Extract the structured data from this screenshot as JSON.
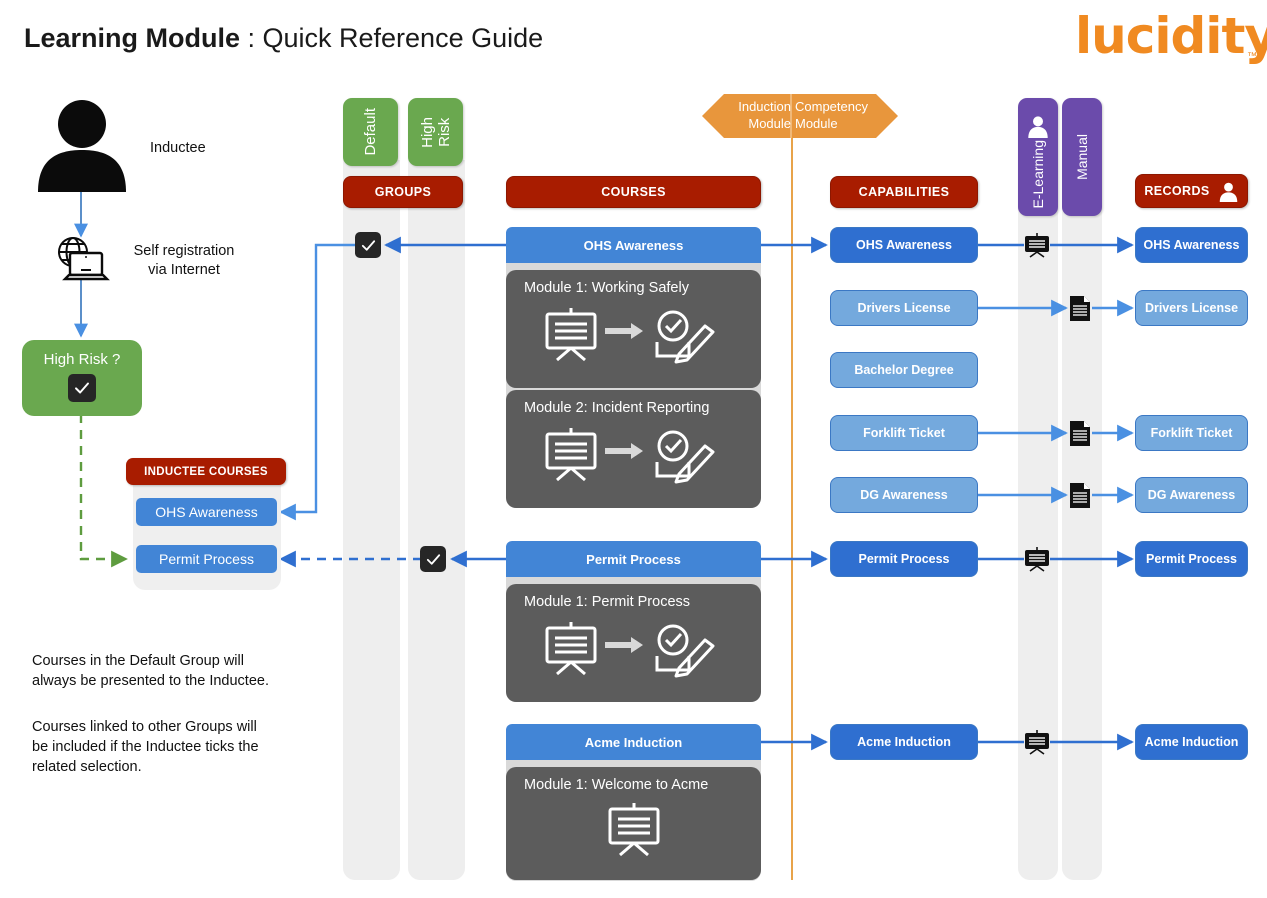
{
  "header": {
    "title_bold": "Learning Module",
    "title_rest": " : Quick Reference Guide",
    "logo_text": "lucidity",
    "logo_tm": "™",
    "logo_color": "#f08a21"
  },
  "colors": {
    "header_red": "#a81c00",
    "course_blue": "#4285d6",
    "capability_blue": "#74a9dd",
    "capability_blue_strong": "#2f6fd0",
    "group_green": "#6aa84f",
    "delivery_purple": "#6b4bab",
    "module_gray": "#5c5c5c",
    "band_gray": "#eeeeee",
    "arrow_blue": "#2f6fd0",
    "arrow_lightblue": "#4a90e2",
    "arrow_green": "#5e9c3f"
  },
  "left_flow": {
    "person_label": "Inductee",
    "registration_label": "Self registration\nvia Internet",
    "risk_box": {
      "label": "High Risk ?",
      "checked": true,
      "checkmark": "✔"
    },
    "icons": {
      "person": "person-icon",
      "internet": "globe-laptop-icon"
    }
  },
  "inductee_panel": {
    "header": "INDUCTEE COURSES",
    "courses": [
      {
        "label": "OHS Awareness"
      },
      {
        "label": "Permit Process"
      }
    ]
  },
  "notes": [
    "Courses in the Default Group will\nalways be presented to the Inductee.",
    "Courses linked to other Groups will\nbe included if the Inductee ticks the\nrelated selection."
  ],
  "groups": {
    "header": "GROUPS",
    "columns": [
      {
        "label": "Default",
        "checked": true,
        "checkmark": "✔"
      },
      {
        "label": "High\nRisk",
        "checked": true,
        "checkmark": "✔"
      }
    ]
  },
  "courses": {
    "header": "COURSES",
    "items": [
      {
        "title": "OHS Awareness",
        "modules": [
          {
            "title": "Module 1: Working Safely",
            "icons": [
              "presentation-icon",
              "arrow-icon",
              "assessment-icon"
            ]
          },
          {
            "title": "Module 2: Incident Reporting",
            "icons": [
              "presentation-icon",
              "arrow-icon",
              "assessment-icon"
            ]
          }
        ]
      },
      {
        "title": "Permit Process",
        "modules": [
          {
            "title": "Module 1: Permit Process",
            "icons": [
              "presentation-icon",
              "arrow-icon",
              "assessment-icon"
            ]
          }
        ]
      },
      {
        "title": "Acme Induction",
        "modules": [
          {
            "title": "Module 1: Welcome to Acme",
            "icons": [
              "presentation-icon"
            ]
          }
        ]
      }
    ]
  },
  "module_banner": {
    "left": "Induction\nModule",
    "right": "Competency\nModule"
  },
  "capabilities": {
    "header": "CAPABILITIES",
    "items": [
      {
        "label": "OHS Awareness",
        "highlighted": true
      },
      {
        "label": "Drivers License",
        "highlighted": false
      },
      {
        "label": "Bachelor Degree",
        "highlighted": false
      },
      {
        "label": "Forklift Ticket",
        "highlighted": false
      },
      {
        "label": "DG Awareness",
        "highlighted": false
      }
    ]
  },
  "delivery": {
    "columns": [
      {
        "label": "E-Learning",
        "icon": "person-icon"
      },
      {
        "label": "Manual",
        "icon": ""
      }
    ],
    "markers": [
      {
        "type": "presentation-icon",
        "row": "OHS Awareness",
        "column": "E-Learning"
      },
      {
        "type": "document-icon",
        "row": "Drivers License",
        "column": "Manual"
      },
      {
        "type": "document-icon",
        "row": "Forklift Ticket",
        "column": "Manual"
      },
      {
        "type": "document-icon",
        "row": "DG Awareness",
        "column": "Manual"
      },
      {
        "type": "presentation-icon",
        "row": "Permit Process",
        "column": "E-Learning"
      },
      {
        "type": "presentation-icon",
        "row": "Acme Induction",
        "column": "E-Learning"
      }
    ]
  },
  "records": {
    "header": "RECORDS",
    "header_icon": "person-icon",
    "items": [
      {
        "label": "OHS Awareness",
        "highlighted": true
      },
      {
        "label": "Drivers License",
        "highlighted": false
      },
      {
        "label": "Forklift Ticket",
        "highlighted": false
      },
      {
        "label": "DG Awareness",
        "highlighted": false
      },
      {
        "label": "Permit Process",
        "highlighted": false
      },
      {
        "label": "Acme Induction",
        "highlighted": false
      }
    ]
  }
}
